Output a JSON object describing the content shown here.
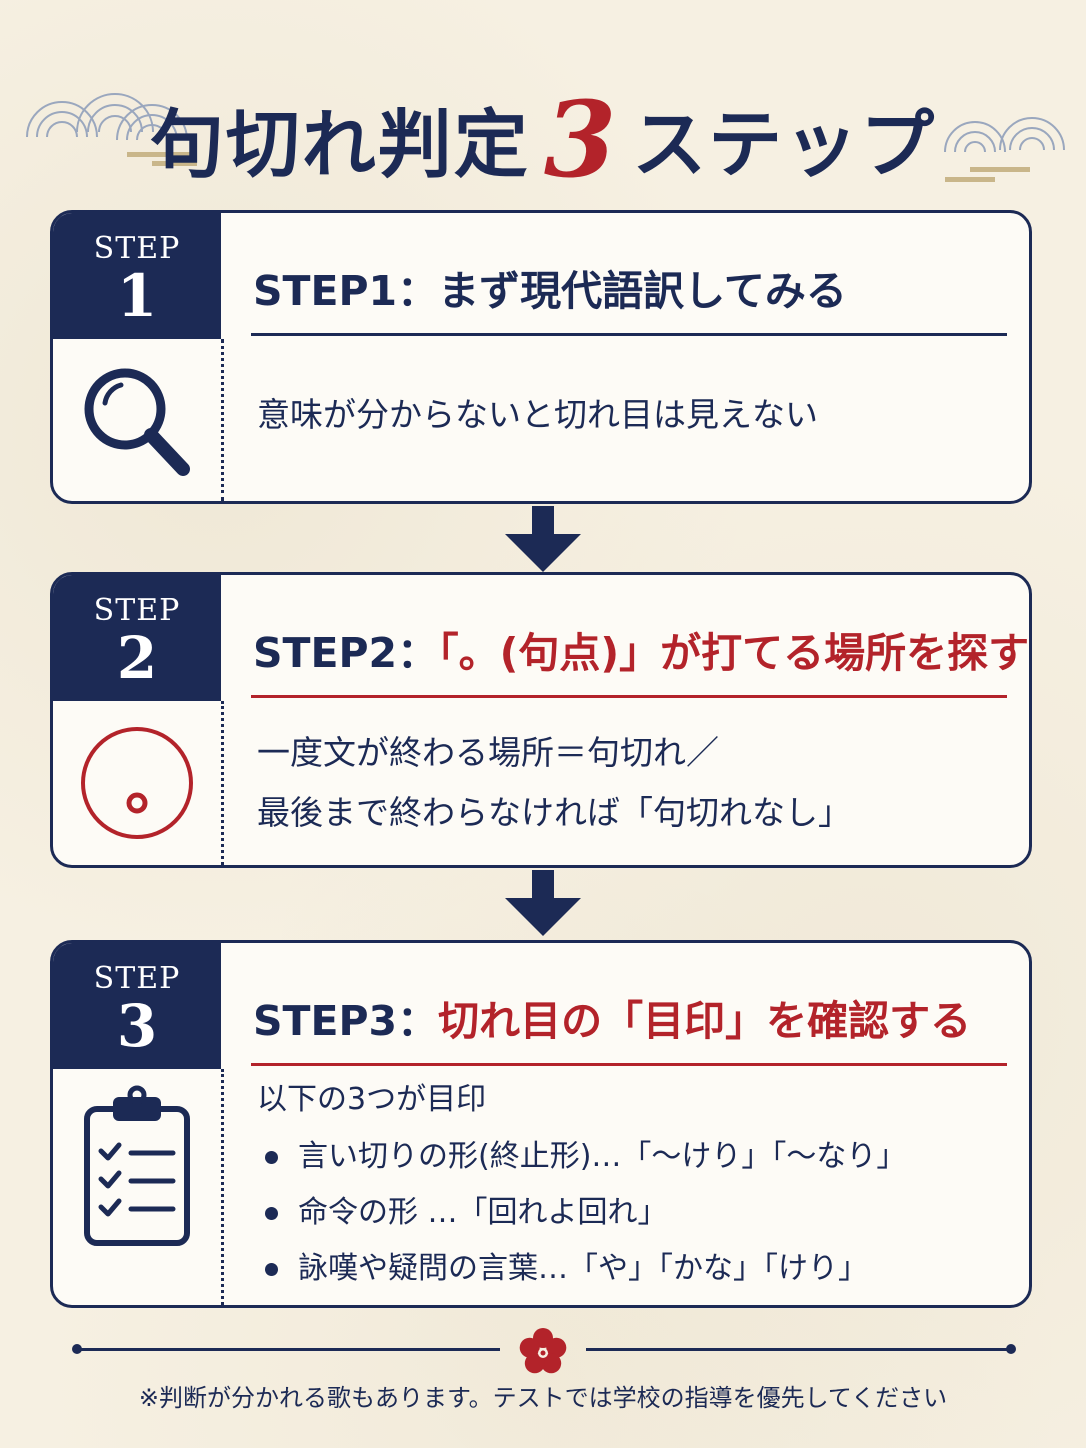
{
  "title": {
    "main": "句切れ判定",
    "number": "3",
    "suffix": "ステップ"
  },
  "colors": {
    "navy": "#1c2a55",
    "red": "#b3232a",
    "paper": "#f6f0e2"
  },
  "steps": [
    {
      "badge_word": "STEP",
      "badge_num": "1",
      "title_prefix": "STEP1：",
      "title_main": "まず現代語訳してみる",
      "icon": "magnifier-icon",
      "body": [
        "意味が分からないと切れ目は見えない"
      ]
    },
    {
      "badge_word": "STEP",
      "badge_num": "2",
      "title_prefix": "STEP2：",
      "title_main": "「。(句点)」が打てる場所を探す",
      "icon": "circle-kuten-icon",
      "body": [
        "一度文が終わる場所＝句切れ／",
        "最後まで終わらなければ「句切れなし」"
      ]
    },
    {
      "badge_word": "STEP",
      "badge_num": "3",
      "title_prefix": "STEP3：",
      "title_main": "切れ目の「目印」を確認する",
      "icon": "clipboard-checklist-icon",
      "lead": "以下の3つが目印",
      "bullets": [
        "言い切りの形(終止形)…「～けり」「～なり」",
        "命令の形 …「回れよ回れ」",
        "詠嘆や疑問の言葉…「や」「かな」「けり」"
      ]
    }
  ],
  "footer": {
    "icon": "plum-blossom-icon",
    "note": "※判断が分かれる歌もあります。テストでは学校の指導を優先してください"
  }
}
